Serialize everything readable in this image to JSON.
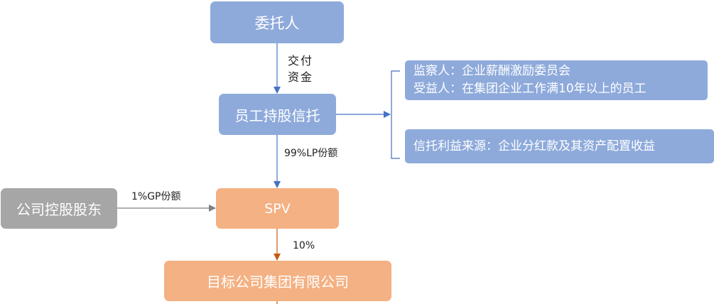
{
  "colors": {
    "blue_box": "#8eaadb",
    "orange_box": "#f4b183",
    "gray_box": "#a6a6a6",
    "blue_line": "#4472c4",
    "orange_line": "#c55a11",
    "gray_line": "#808080"
  },
  "nodes": {
    "trustor": "委托人",
    "employee_trust": "员工持股信托",
    "spv": "SPV",
    "target_group": "目标公司集团有限公司",
    "holding_shareholder": "公司控股股东"
  },
  "edges": {
    "deliver_funds_line1": "交付",
    "deliver_funds_line2": "资金",
    "lp_share": "99%LP份额",
    "gp_share": "1%GP份额",
    "ten_percent": "10%"
  },
  "info": {
    "supervisor": "监察人：企业薪酬激励委员会",
    "beneficiary": "受益人：在集团企业工作满10年以上的员工",
    "income_source": "信托利益来源：企业分红款及其资产配置收益"
  }
}
